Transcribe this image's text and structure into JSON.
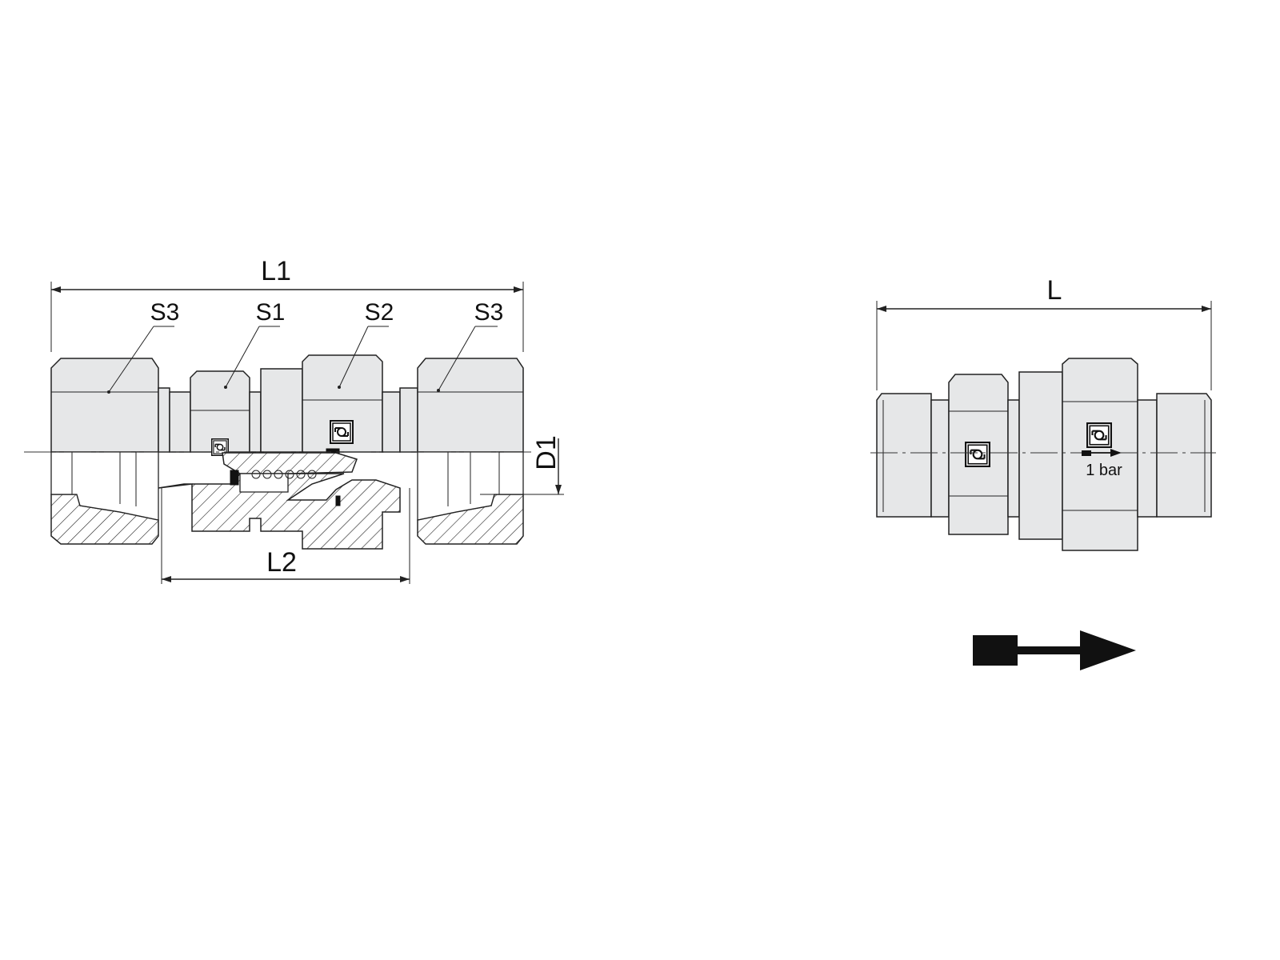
{
  "section_view": {
    "dimension_overall": "L1",
    "dimension_inner": "L2",
    "dimension_diameter": "D1",
    "callouts": [
      "S3",
      "S1",
      "S2",
      "S3"
    ]
  },
  "side_view": {
    "dimension_overall": "L",
    "pressure_label": "1 bar"
  },
  "symbols": [
    "manufacturer-logo",
    "flow-direction-arrow"
  ],
  "colors": {
    "body_fill": "#e6e7e8",
    "line": "#222222",
    "arrow": "#111111"
  }
}
